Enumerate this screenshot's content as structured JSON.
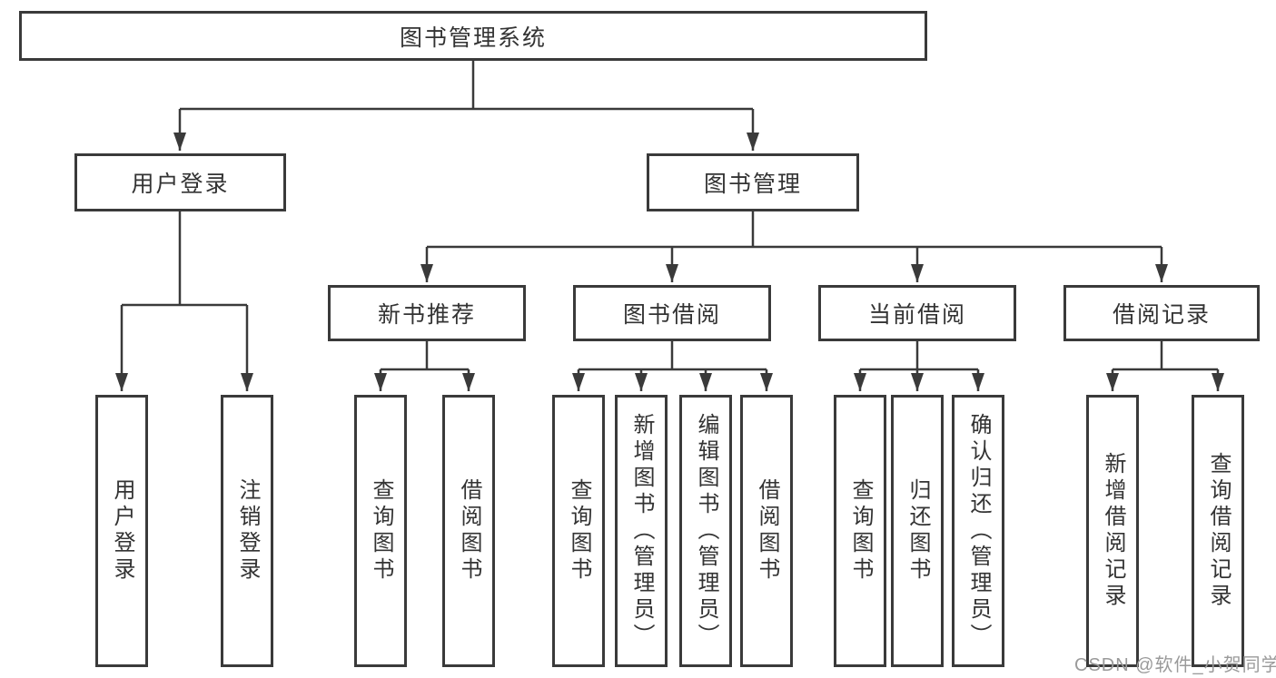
{
  "diagram": {
    "type": "hierarchy-tree",
    "root": {
      "label": "图书管理系统",
      "children": [
        {
          "label": "用户登录",
          "children": [
            {
              "label": "用户登录"
            },
            {
              "label": "注销登录"
            }
          ]
        },
        {
          "label": "图书管理",
          "children": [
            {
              "label": "新书推荐",
              "children": [
                {
                  "label": "查询图书"
                },
                {
                  "label": "借阅图书"
                }
              ]
            },
            {
              "label": "图书借阅",
              "children": [
                {
                  "label": "查询图书"
                },
                {
                  "label": "新增图书（管理员）"
                },
                {
                  "label": "编辑图书（管理员）"
                },
                {
                  "label": "借阅图书"
                }
              ]
            },
            {
              "label": "当前借阅",
              "children": [
                {
                  "label": "查询图书"
                },
                {
                  "label": "归还图书"
                },
                {
                  "label": "确认归还（管理员）"
                }
              ]
            },
            {
              "label": "借阅记录",
              "children": [
                {
                  "label": "新增借阅记录"
                },
                {
                  "label": "查询借阅记录"
                }
              ]
            }
          ]
        }
      ]
    },
    "colors": {
      "line": "#3a3a3a",
      "box_border": "#3a3a3a",
      "box_fill": "#ffffff",
      "text": "#333333",
      "background": "#ffffff"
    }
  },
  "watermark": {
    "text": "CSDN @软件_小贺同学",
    "color": "#9a9a9a"
  }
}
